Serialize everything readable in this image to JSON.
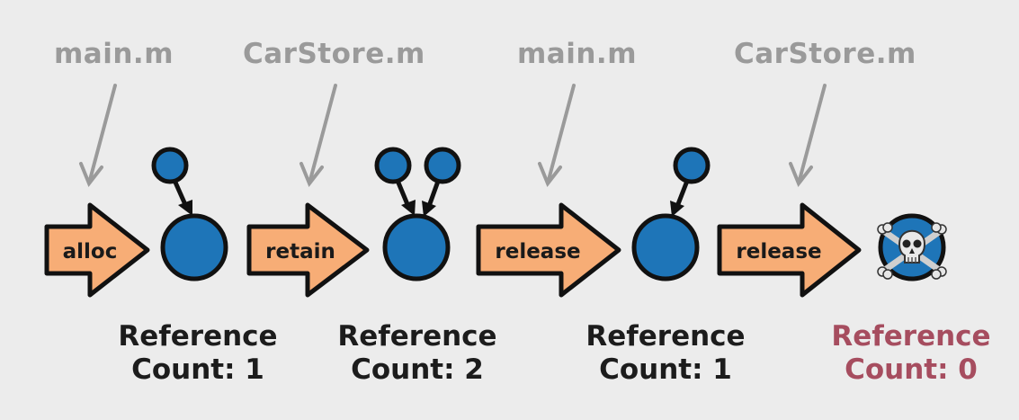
{
  "stages": [
    {
      "file": "main.m",
      "action": "alloc",
      "count_title": "Reference",
      "count_text": "Count: 1"
    },
    {
      "file": "CarStore.m",
      "action": "retain",
      "count_title": "Reference",
      "count_text": "Count: 2"
    },
    {
      "file": "main.m",
      "action": "release",
      "count_title": "Reference",
      "count_text": "Count: 1"
    },
    {
      "file": "CarStore.m",
      "action": "release",
      "count_title": "Reference",
      "count_text": "Count: 0"
    }
  ],
  "colors": {
    "background": "#ececec",
    "arrow_fill": "#f7ad76",
    "object_fill": "#1e75b8",
    "outline": "#111111",
    "file_label": "#9a9a9a",
    "pointer_line": "#9a9a9a",
    "count_text": "#1c1c1c",
    "count_zero": "#a64d5f"
  },
  "icons": [
    "object-circle",
    "reference-handle",
    "skull-crossbones-icon"
  ]
}
